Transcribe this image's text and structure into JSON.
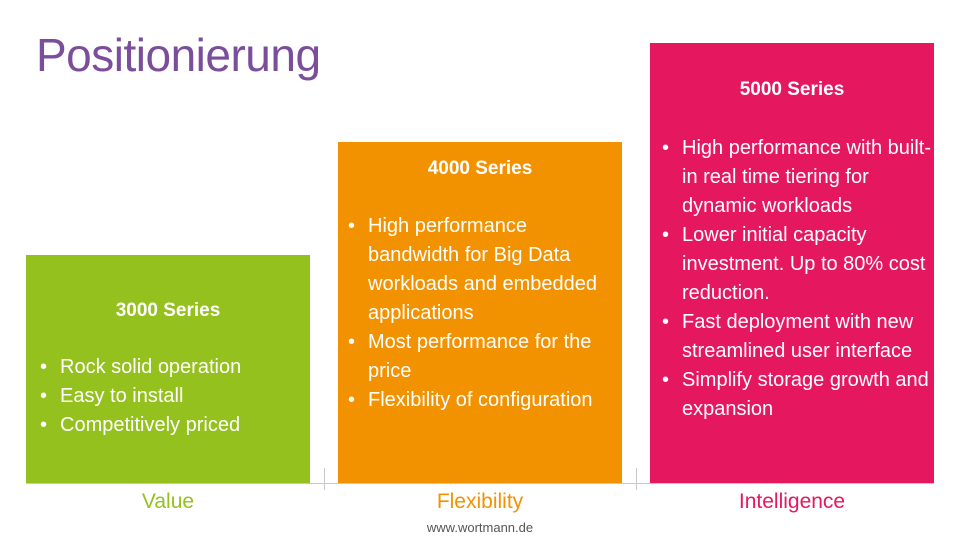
{
  "title": "Positionierung",
  "colors": {
    "title": "#7b4e9c",
    "value_green": "#95c11f",
    "flexibility_orange": "#f39200",
    "intelligence_pink": "#e5175f"
  },
  "series": [
    {
      "heading": "3000 Series",
      "bullets": [
        "Rock solid operation",
        "Easy to install",
        "Competitively priced"
      ]
    },
    {
      "heading": "4000 Series",
      "bullets": [
        "High performance bandwidth for Big Data workloads and embedded applications",
        "Most performance for the price",
        "Flexibility of configuration"
      ]
    },
    {
      "heading": "5000 Series",
      "bullets": [
        "High performance with built-in real time tiering for dynamic workloads",
        "Lower initial capacity investment. Up to 80% cost reduction.",
        "Fast deployment with new streamlined user interface",
        "Simplify storage growth and expansion"
      ]
    }
  ],
  "axis_labels": [
    "Value",
    "Flexibility",
    "Intelligence"
  ],
  "footer": "www.wortmann.de"
}
